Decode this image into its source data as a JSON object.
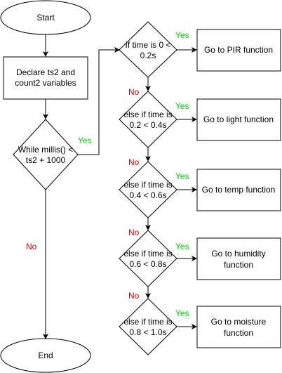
{
  "colors": {
    "yes": "#00CC00",
    "no": "#CC0000",
    "stroke": "#000000"
  },
  "nodes": {
    "start": "Start",
    "declare_1": "Declare ts2 and",
    "declare_2": "count2 variables",
    "while_1": "While millis() <",
    "while_2": "ts2 + 1000",
    "end": "End",
    "cond1_1": "If time is 0 <",
    "cond1_2": "0.2s",
    "cond2_1": "else if time is",
    "cond2_2": "0.2 < 0.4s",
    "cond3_1": "else if time is",
    "cond3_2": "0.4 < 0.6s",
    "cond4_1": "else if time is",
    "cond4_2": "0.6 < 0.8s",
    "cond5_1": "else if time is",
    "cond5_2": "0.8 < 1.0s",
    "act1": "Go to PIR function",
    "act2": "Go to light function",
    "act3": "Go to temp function",
    "act4_1": "Go to humidity",
    "act4_2": "function",
    "act5_1": "Go to moisture",
    "act5_2": "function"
  },
  "labels": {
    "yes": "Yes",
    "no": "No"
  }
}
